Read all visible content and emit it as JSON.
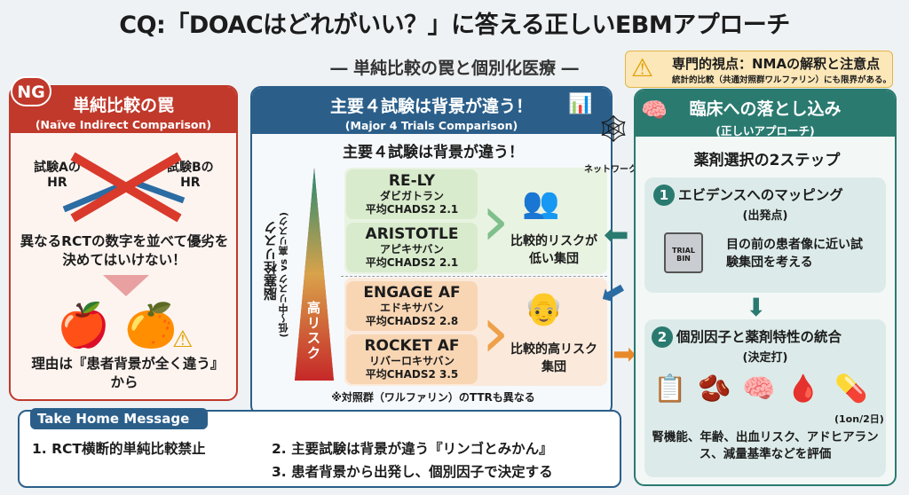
{
  "title": "CQ:「DOACはどれがいい？」に答える正しいEBMアプローチ",
  "subtitle": "― 単純比較の罠と個別化医療 ―",
  "warning": {
    "title": "専門的視点：NMAの解釈と注意点",
    "text": "統計的比較（共通対照群ワルファリン）にも限界がある。"
  },
  "left": {
    "badge": "NG",
    "title": "単純比較の罠",
    "subtitle": "(Naïve Indirect Comparison)",
    "hr_a": "試験Aの\nHR",
    "hr_b": "試験Bの\nHR",
    "warning_text": "異なるRCTの数字を並べて優劣を決めてはいけない！",
    "reason": "理由は『患者背景が全く違う』から"
  },
  "middle": {
    "title": "主要４試験は背景が違う！",
    "subtitle": "(Major 4 Trials Comparison)",
    "inner_title": "主要４試験は背景が違う！",
    "network_label": "ネットワーク",
    "axis_label": "脳塞栓リスク",
    "axis_sub": "(低〜中リスク vs 高リスク)",
    "high_risk": "高リスク",
    "trials": [
      {
        "name": "RE-LY",
        "drug": "ダビガトラン",
        "chads": "平均CHADS2 2.1"
      },
      {
        "name": "ARISTOTLE",
        "drug": "アピキサバン",
        "chads": "平均CHADS2 2.1"
      },
      {
        "name": "ENGAGE AF",
        "drug": "エドキサバン",
        "chads": "平均CHADS2 2.8"
      },
      {
        "name": "ROCKET AF",
        "drug": "リバーロキサバン",
        "chads": "平均CHADS2 3.5"
      }
    ],
    "low_group": "比較的リスクが低い集団",
    "high_group": "比較的高リスク集団",
    "note": "※対照群（ワルファリン）のTTRも異なる"
  },
  "right": {
    "title": "臨床への落とし込み",
    "subtitle": "(正しいアプローチ)",
    "steps_title": "薬剤選択の2ステップ",
    "step1": {
      "num": "1",
      "title": "エビデンスへのマッピング",
      "sub": "(出発点)",
      "bin": "TRIAL BIN",
      "text": "目の前の患者像に近い試験集団を考える"
    },
    "step2": {
      "num": "2",
      "title": "個別因子と薬剤特性の統合",
      "sub": "(決定打)",
      "dose": "(1on/2日)",
      "text": "腎機能、年齢、出血リスク、アドヒアランス、減量基準などを評価"
    }
  },
  "take_home": {
    "title": "Take Home Message",
    "items": [
      "1. RCT横断的単純比較禁止",
      "2. 主要試験は背景が違う『リンゴとみかん』",
      "3. 患者背景から出発し、個別因子で決定する"
    ]
  }
}
